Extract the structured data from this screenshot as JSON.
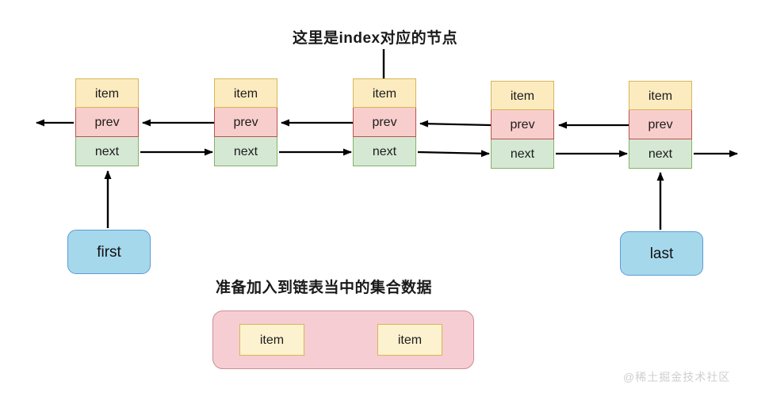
{
  "diagram": {
    "title_index": "这里是index对应的节点",
    "title_collection": "准备加入到链表当中的集合数据",
    "watermark": "@稀土掘金技术社区",
    "colors": {
      "item_fill": "#fdebc0",
      "item_stroke": "#d6b656",
      "prev_fill": "#f8cecc",
      "prev_stroke": "#b85450",
      "next_fill": "#d5e8d4",
      "next_stroke": "#82b366",
      "pointer_fill": "#a6d8ec",
      "pointer_stroke": "#5b9bd5",
      "collection_fill": "#f6cdd2",
      "collection_stroke": "#cc8e94",
      "arrow": "#000000"
    },
    "nodes": [
      {
        "index": 0,
        "item": "item",
        "prev": "prev",
        "next": "next"
      },
      {
        "index": 1,
        "item": "item",
        "prev": "prev",
        "next": "next"
      },
      {
        "index": 2,
        "item": "item",
        "prev": "prev",
        "next": "next"
      },
      {
        "index": 3,
        "item": "item",
        "prev": "prev",
        "next": "next"
      },
      {
        "index": 4,
        "item": "item",
        "prev": "prev",
        "next": "next"
      }
    ],
    "pointers": [
      {
        "name": "first",
        "label": "first",
        "target_node": 0
      },
      {
        "name": "last",
        "label": "last",
        "target_node": 4
      }
    ],
    "collection": {
      "items": [
        {
          "label": "item"
        },
        {
          "label": "item"
        }
      ]
    },
    "annotation": {
      "index_arrow_target_node": 2
    }
  }
}
